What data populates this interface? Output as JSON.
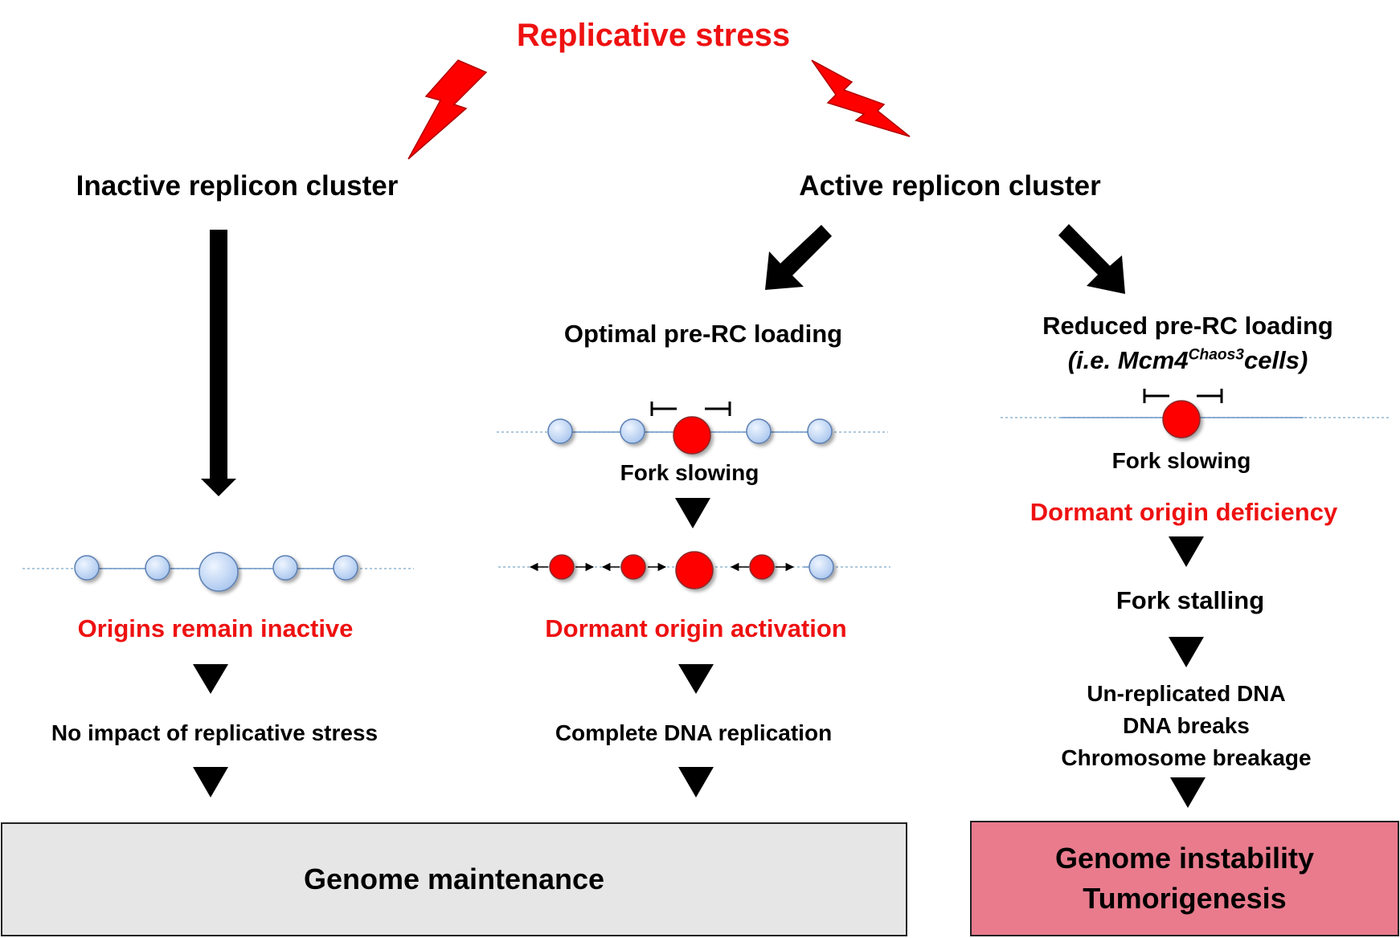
{
  "title": "Replicative stress",
  "colors": {
    "emphasis": "#ee1111",
    "origin_dormant": "#c6dbf7",
    "origin_active": "#ff0000",
    "box_maintenance": "#e6e6e6",
    "box_instability": "#e97b8d"
  },
  "left": {
    "header": "Inactive replicon cluster",
    "status": "Origins remain inactive",
    "impact": "No impact of replicative stress"
  },
  "right": {
    "header": "Active replicon cluster"
  },
  "middle": {
    "loading": "Optimal pre-RC loading",
    "fork": "Fork slowing",
    "activation": "Dormant origin activation",
    "result": "Complete DNA replication"
  },
  "reduced": {
    "loading": "Reduced pre-RC loading",
    "example_prefix": "(i.e. Mcm4",
    "example_sup": "Chaos3",
    "example_suffix": "cells)",
    "fork": "Fork slowing",
    "deficiency": "Dormant origin deficiency",
    "stalling": "Fork stalling",
    "consequences": [
      "Un-replicated DNA",
      "DNA breaks",
      "Chromosome breakage"
    ]
  },
  "outcomes": {
    "maintenance": "Genome maintenance",
    "instability": [
      "Genome instability",
      "Tumorigenesis"
    ]
  }
}
